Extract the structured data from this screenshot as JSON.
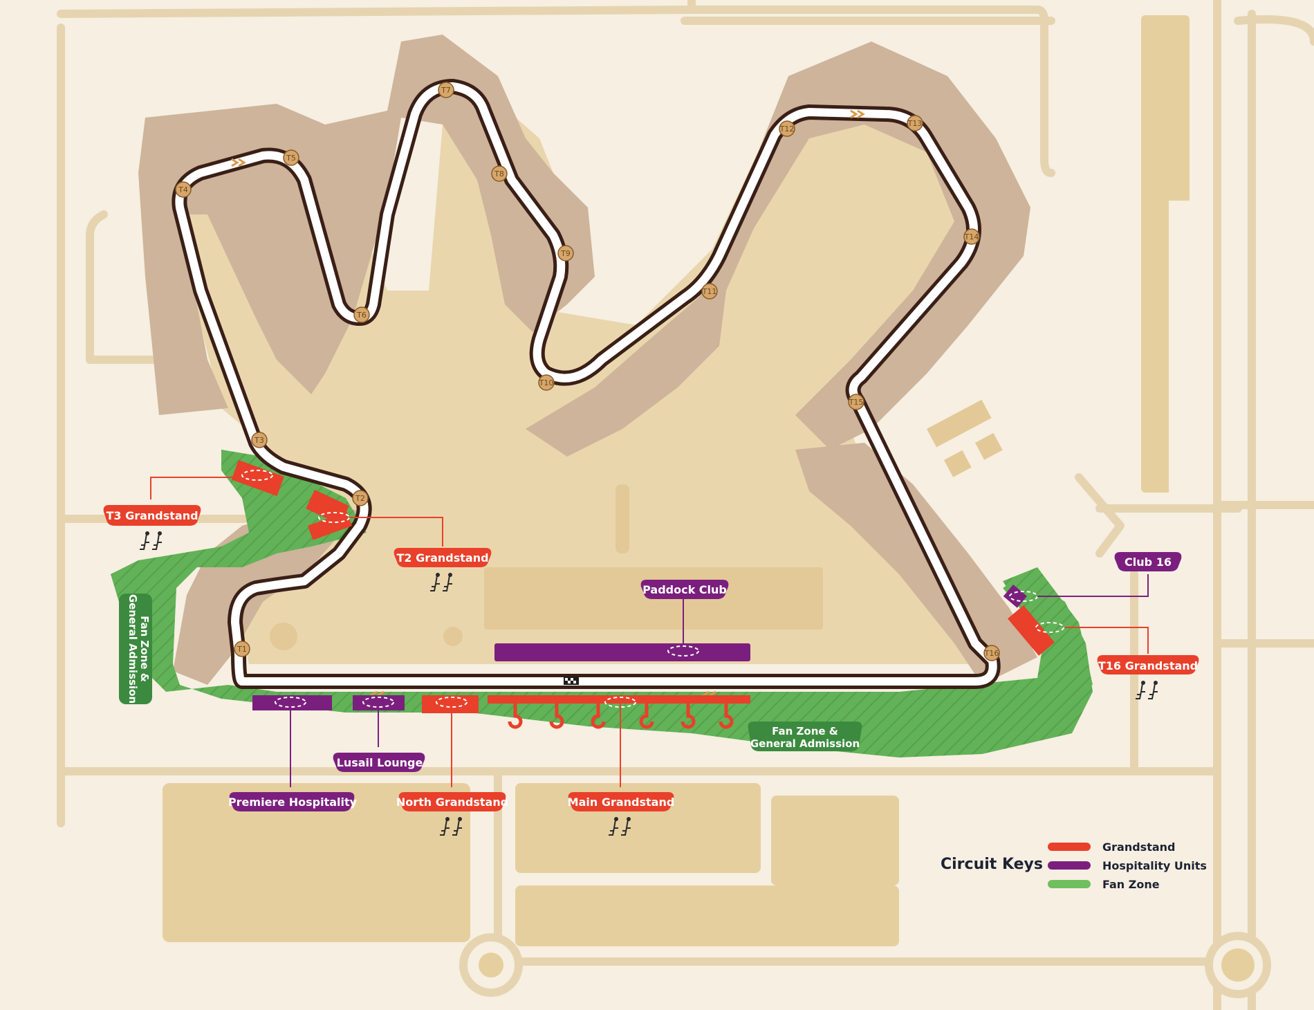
{
  "labels": {
    "t3_grandstand": "T3 Grandstand",
    "t2_grandstand": "T2 Grandstand",
    "paddock_club": "Paddock Club",
    "club_16": "Club 16",
    "t16_grandstand": "T16 Grandstand",
    "lusail_lounge": "Lusail Lounge",
    "premiere_hospitality": "Premiere Hospitality",
    "north_grandstand": "North Grandstand",
    "main_grandstand": "Main Grandstand",
    "fan_zone_right_line1": "Fan Zone &",
    "fan_zone_right_line2": "General Admission",
    "fan_zone_left_line1": "Fan Zone &",
    "fan_zone_left_line2": "General Admission"
  },
  "turns": [
    "T1",
    "T2",
    "T3",
    "T4",
    "T5",
    "T6",
    "T7",
    "T8",
    "T9",
    "T10",
    "T11",
    "T12",
    "T13",
    "T14",
    "T15",
    "T16"
  ],
  "legend": {
    "title": "Circuit Keys",
    "items": [
      {
        "label": "Grandstand",
        "color": "#e8402a"
      },
      {
        "label": "Hospitality Units",
        "color": "#7b1f7e"
      },
      {
        "label": "Fan Zone",
        "color": "#6fbf5e"
      }
    ]
  },
  "colors": {
    "background": "#f6efe2",
    "road": "#e6d4b0",
    "runoff": "#cdb49a",
    "sand": "#e8d5ad",
    "track_outline": "#3a1f17",
    "grandstand": "#e8402a",
    "hospitality": "#7b1f7e",
    "fan_zone": "#5fae53",
    "fan_zone_label": "#3c8a3f",
    "turn_marker": "#d6a66a"
  },
  "icons": [
    "seat-icon",
    "chevron-icon",
    "start-finish-icon"
  ]
}
